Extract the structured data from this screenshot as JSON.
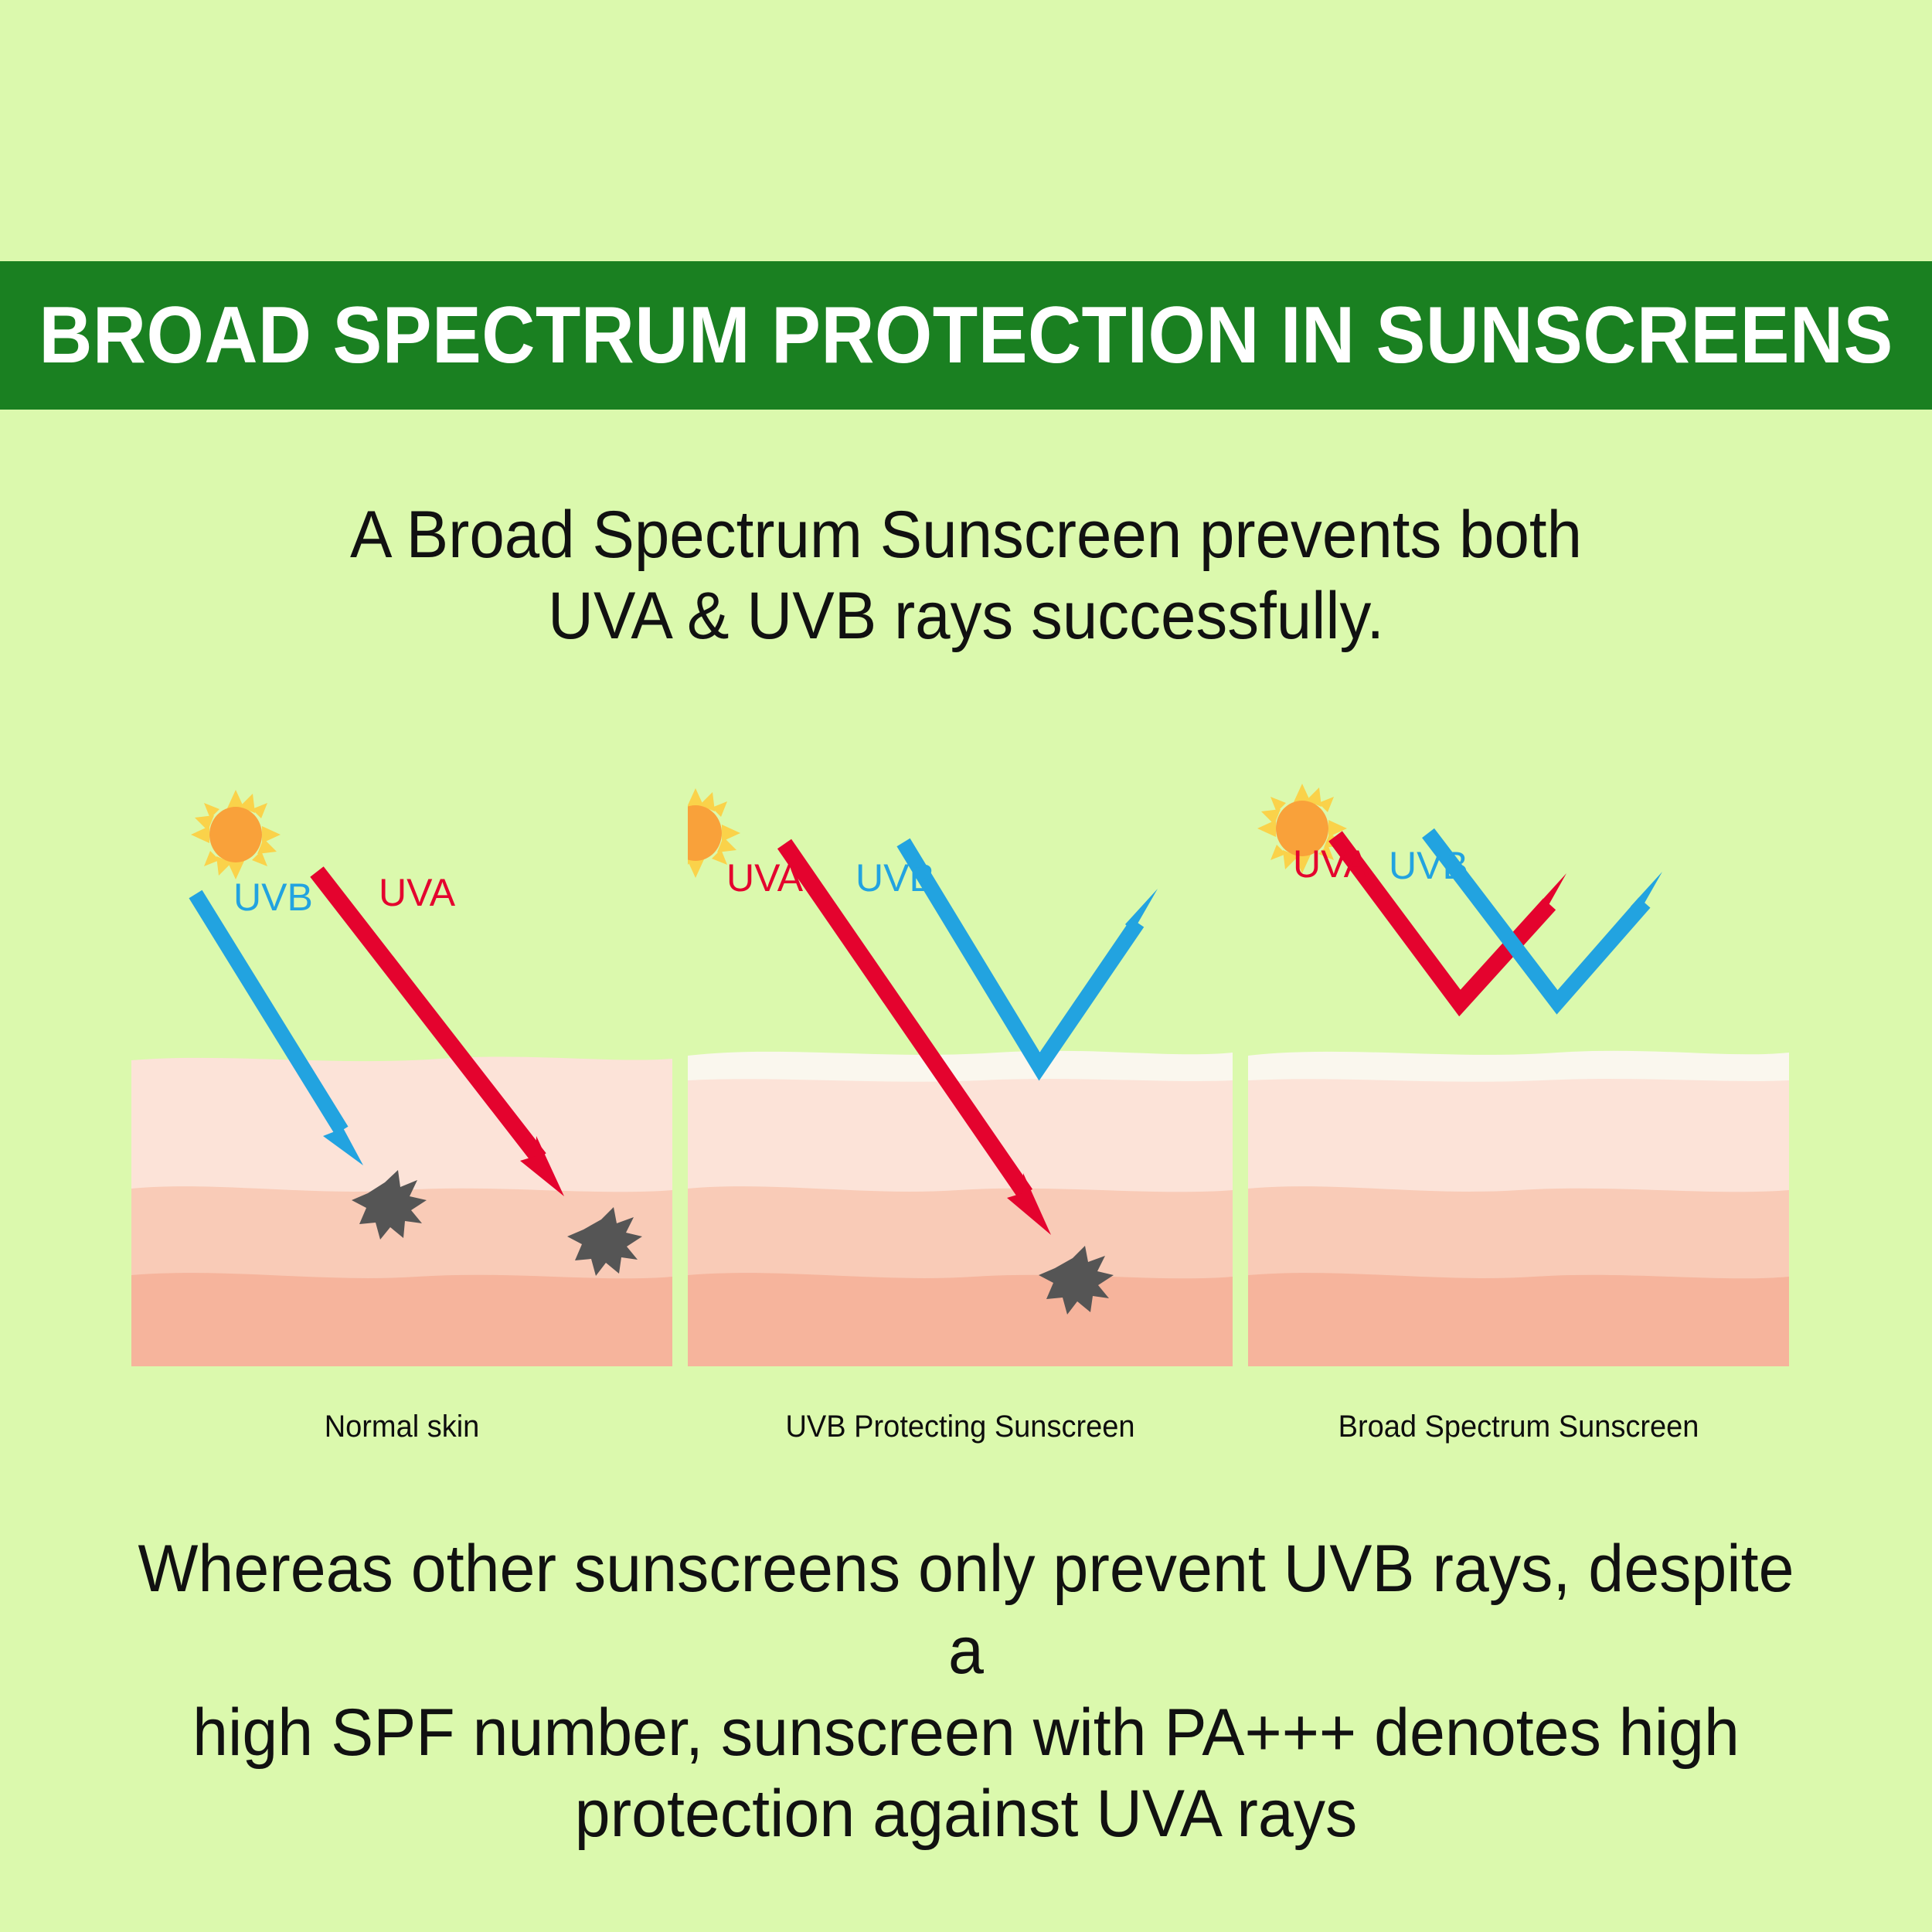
{
  "background_color": "#dbf9ad",
  "banner": {
    "title": "BROAD SPECTRUM PROTECTION IN SUNSCREENS",
    "background_color": "#1a8021",
    "text_color": "#ffffff"
  },
  "headline": {
    "line1": "A Broad Spectrum Sunscreen prevents both",
    "line2": "UVA & UVB rays successfully."
  },
  "legend": {
    "uva_label": "UVA",
    "uvb_label": "UVB",
    "uva_color": "#e4032e",
    "uvb_color": "#22a3e0",
    "sun_disc_color": "#f9a13a",
    "sun_ray_color": "#fad24a",
    "damage_burst_color": "#555555"
  },
  "skin": {
    "layer_top_color": "#fce3d8",
    "layer_mid_color": "#f9cbb7",
    "layer_bottom_color": "#f6b49c",
    "sunscreen_layer_color": "#faf7ee"
  },
  "panels": [
    {
      "id": "normal-skin",
      "caption": "Normal skin",
      "has_sunscreen_layer": false,
      "rays": [
        {
          "type": "UVB",
          "label": "UVB",
          "behavior": "penetrates",
          "depth": "mid-layer",
          "damage": true
        },
        {
          "type": "UVA",
          "label": "UVA",
          "behavior": "penetrates",
          "depth": "deep-layer",
          "damage": true
        }
      ]
    },
    {
      "id": "uvb-protecting-sunscreen",
      "caption": "UVB Protecting Sunscreen",
      "has_sunscreen_layer": true,
      "rays": [
        {
          "type": "UVA",
          "label": "UVA",
          "behavior": "penetrates",
          "depth": "deep-layer",
          "damage": true
        },
        {
          "type": "UVB",
          "label": "UVB",
          "behavior": "reflected",
          "depth": "surface",
          "damage": false
        }
      ]
    },
    {
      "id": "broad-spectrum-sunscreen",
      "caption": "Broad Spectrum Sunscreen",
      "has_sunscreen_layer": true,
      "rays": [
        {
          "type": "UVA",
          "label": "UVA",
          "behavior": "reflected",
          "depth": "surface",
          "damage": false
        },
        {
          "type": "UVB",
          "label": "UVB",
          "behavior": "reflected",
          "depth": "surface",
          "damage": false
        }
      ]
    }
  ],
  "footer": {
    "line1": "Whereas other sunscreens only prevent UVB rays, despite a",
    "line2": "high SPF number, sunscreen with PA+++ denotes high",
    "line3": "protection against UVA rays"
  },
  "chart_data": {
    "type": "diagram",
    "title": "BROAD SPECTRUM PROTECTION IN SUNSCREENS",
    "panels": [
      "Normal skin",
      "UVB Protecting Sunscreen",
      "Broad Spectrum Sunscreen"
    ],
    "series": [
      {
        "name": "UVA",
        "values": [
          "penetrates deep",
          "penetrates deep",
          "reflected"
        ]
      },
      {
        "name": "UVB",
        "values": [
          "penetrates mid",
          "reflected",
          "reflected"
        ]
      }
    ],
    "legend_position": "inline-labels"
  }
}
